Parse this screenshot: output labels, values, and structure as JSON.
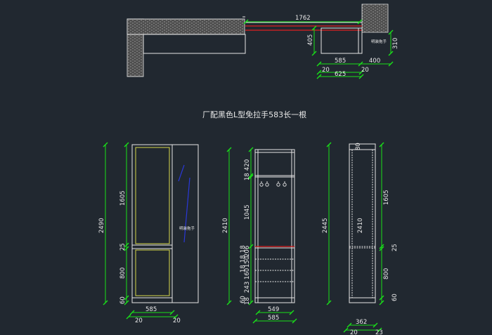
{
  "title": "厂配黑色L型免拉手583长一根",
  "notes": {
    "handle": "明装拖手"
  },
  "plan": {
    "span": "1762",
    "depth": "405",
    "width": "585",
    "right_gap": "400",
    "height_right": "310",
    "left_edge": "20",
    "right_edge": "20",
    "total": "625"
  },
  "front": {
    "total_height": "2490",
    "upper": "1605",
    "mid": "25",
    "lower": "800",
    "base": "60",
    "width": "585",
    "left_edge": "20",
    "right_edge": "20"
  },
  "inner": {
    "total_height": "2410",
    "top": "420",
    "shelf": "18",
    "mid": "1045",
    "s1": "206",
    "s2": "150",
    "s3": "18",
    "s4": "18",
    "s5": "18",
    "s6": "160",
    "s7": "243",
    "s8": "60",
    "s9": "18",
    "inner_width": "549",
    "outer_width": "585"
  },
  "side": {
    "total_height": "2445",
    "inner_height": "2410",
    "top": "80",
    "upper": "1605",
    "mid": "25",
    "lower": "800",
    "base": "60",
    "width": "362",
    "left": "20",
    "right": "23"
  }
}
